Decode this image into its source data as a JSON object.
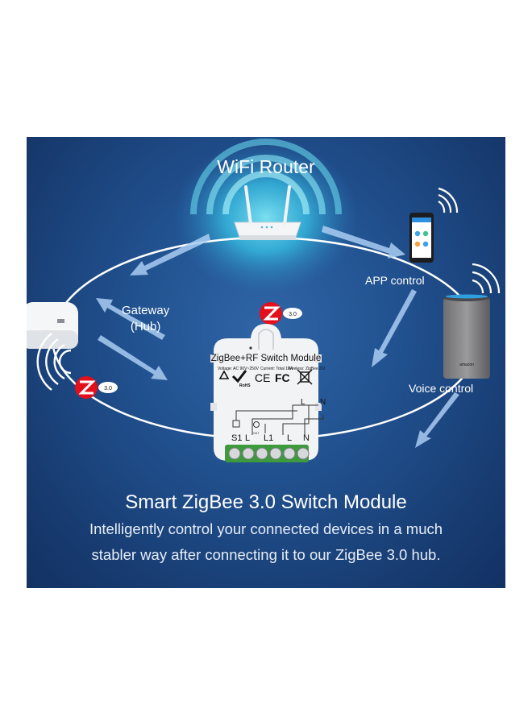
{
  "labels": {
    "wifi_router": "WiFi Router",
    "app_control": "APP control",
    "gateway_line1": "Gateway",
    "gateway_line2": "(Hub)",
    "voice_control": "Voice control",
    "zigbee_badge_1": "3.0",
    "zigbee_badge_2": "3.0",
    "speaker_brand": "amazon"
  },
  "module": {
    "title": "ZigBee+RF Switch Module",
    "spec_voltage": "Voltage: AC 90V~250V",
    "spec_current": "Current: Total 10A",
    "spec_wireless": "Wireless: ZigBee 3.0",
    "cert_ce": "CE",
    "cert_fc": "FC",
    "cert_rohs": "RoHS",
    "terminal_s1": "S1",
    "terminal_l_a": "L",
    "terminal_l1": "L1",
    "terminal_l_b": "L",
    "terminal_n": "N",
    "top_l": "L",
    "top_n": "N",
    "out_mark": "OUT"
  },
  "heading": "Smart ZigBee 3.0 Switch Module",
  "description": {
    "line1": "Intelligently control your connected devices in a much",
    "line2": "stabler way after connecting it to our ZigBee 3.0 hub."
  },
  "colors": {
    "background_blue": "#21518f",
    "glow_cyan": "#3fd3ef",
    "zigbee_red": "#e30f1b",
    "terminal_green": "#3d9a3d",
    "arrow_blue": "#9ec4ec"
  }
}
